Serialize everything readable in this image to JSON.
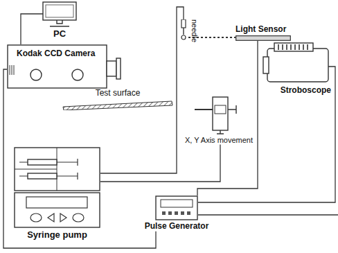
{
  "diagram": {
    "nodes": [
      {
        "text": [
          "PC"
        ]
      },
      {
        "text": [
          "Kodak CCD Camera"
        ]
      },
      {
        "text": [
          "needle"
        ]
      },
      {
        "text": [
          "Light Sensor"
        ]
      },
      {
        "text": [
          "Stroboscope"
        ]
      },
      {
        "text": [
          "Test surface"
        ]
      },
      {
        "text": [
          "X, Y Axis movement"
        ]
      },
      {
        "text": [
          "Syringe pump"
        ]
      },
      {
        "text": [
          "Pulse Generator"
        ]
      }
    ],
    "edges": [
      {
        "from": 0,
        "to": 1,
        "arrow": "none"
      },
      {
        "from": 1,
        "to": 8,
        "arrow": "none"
      },
      {
        "from": 7,
        "to": 2,
        "arrow": "none"
      },
      {
        "from": 7,
        "to": 6,
        "arrow": "none"
      },
      {
        "from": 3,
        "to": 8,
        "arrow": "none"
      },
      {
        "from": 8,
        "to": 4,
        "arrow": "none"
      },
      {
        "from": 2,
        "to": 3,
        "arrow": "none"
      }
    ]
  }
}
